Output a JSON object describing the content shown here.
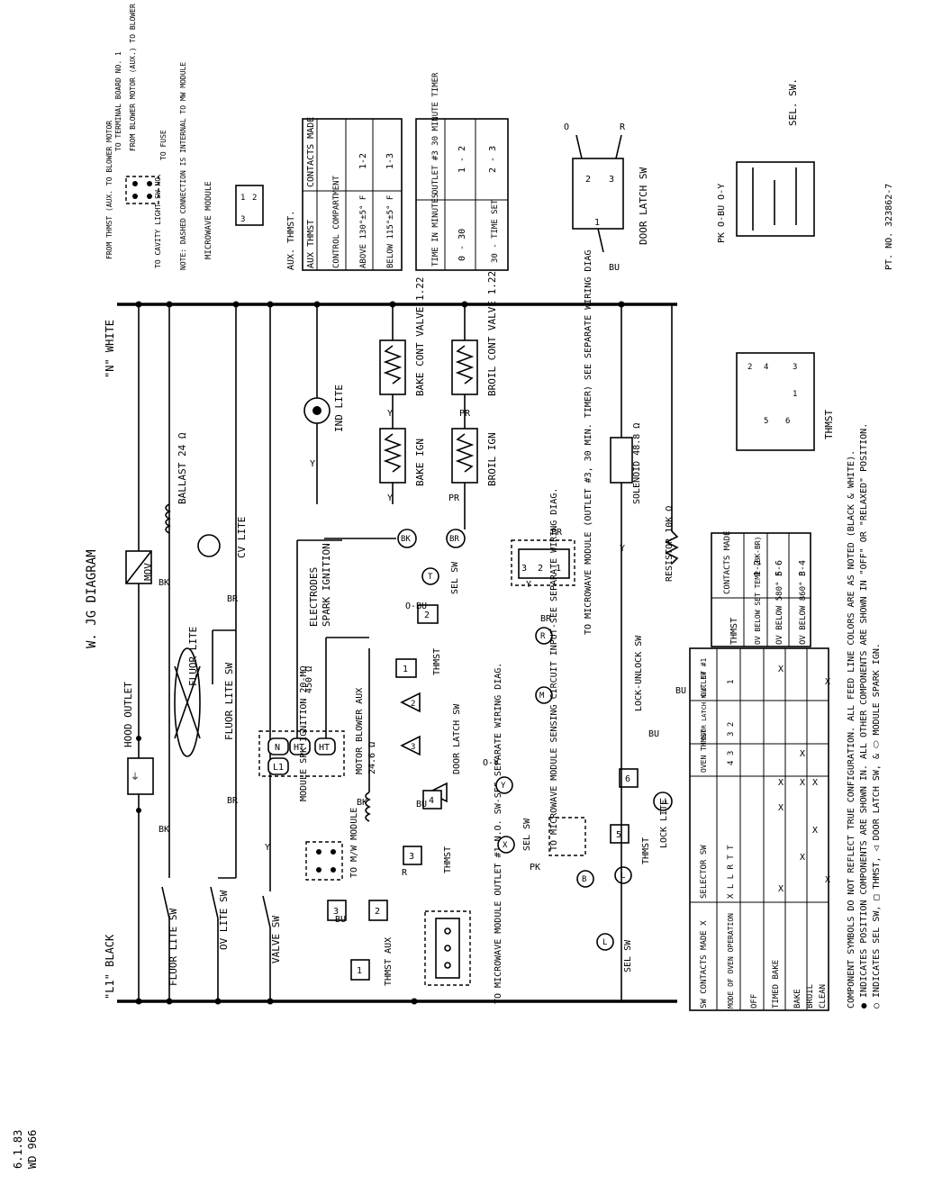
{
  "title": "W.     JG DIAGRAM",
  "footer_date": "6.1.83",
  "footer_code": "WD 966",
  "part_no": "PT. NO. 323862-7",
  "bus": {
    "l1": "\"L1\" BLACK",
    "n": "\"N\" WHITE"
  },
  "labels": {
    "hood_outlet": "HOOD OUTLET",
    "mov": "MOV",
    "fluor_lite": "FLUOR LITE",
    "fluor_lite_sw": "FLUOR LITE SW",
    "fluor_lite_sw_2": "FLUOR LITE SW",
    "ballast": "BALLAST 24 Ω",
    "ov_lite_sw": "OV LITE SW",
    "cv_lite": "CV LITE",
    "valve_sw": "VALVE SW",
    "electrodes": "ELECTRODES",
    "spark_ignition": "SPARK IGNITION",
    "module_spk_ignition": "MODULE SPK IGNITION 20-MΩ",
    "r450": "450 Ω",
    "motor_blower_aux": "MOTOR BLOWER AUX",
    "motor_ohm": "24.6 Ω",
    "to_mw_module": "TO M/W MODULE",
    "thmst_aux": "THMST AUX",
    "ind_lite": "IND LITE",
    "bake_cont_valve": "BAKE CONT VALVE 1.22 Ω",
    "bake_ign": "BAKE IGN",
    "broil_cont_valve": "BROIL CONT VALVE 1.22 Ω",
    "broil_ign": "BROIL IGN",
    "solenoid": "SOLENOID 48.8 Ω",
    "resistor": "RESISTOR 10K Ω",
    "sel_sw": "SEL SW",
    "thmst": "THMST",
    "door_latch_sw": "DOOR LATCH SW",
    "lock_unlock_sw": "LOCK-UNLOCK SW",
    "lock_lite": "LOCK LITE",
    "mw_module_outlet3": "TO MICROWAVE MODULE (OUTLET #3, 30 MIN. TIMER) SEE SEPARATE WIRING DIAG",
    "mw_sensing": "TO MICROWAVE MODULE SENSING CIRCUIT INPUT-SEE SEPARATE WIRING DIAG.",
    "mw_outlet1": "TO MICROWAVE MODULE OUTLET #1 N.O. SW-SEE SEPARATE WIRING DIAG.",
    "microwave_module": "MICROWAVE MODULE",
    "mw_note": "NOTE: DASHED CONNECTION IS INTERNAL TO MW MODULE",
    "from_thmst_aux": "FROM THMST (AUX. TO BLOWER MOTOR",
    "to_terminal": "TO TERMINAL BOARD NO. 1",
    "from_blower": "FROM BLOWER MOTOR (AUX.) TO BLOWER MOTOR",
    "to_cavity": "TO CAVITY LIGHT SW NO.",
    "to_fuse": "TO FUSE",
    "aux_thmst": "AUX. THMST.",
    "door_latch_sw_detail": "DOOR LATCH SW",
    "sel_sw_detail": "SEL. SW.",
    "thmst_detail": "THMST",
    "pk_obu_oy": "PK  O-BU  O-Y"
  },
  "wire_colors": [
    "BK",
    "BR",
    "R",
    "Y",
    "BU",
    "O-BU",
    "PR",
    "PK",
    "O-Y"
  ],
  "table_aux": {
    "header": [
      "AUX   THMST",
      "CONTACTS MADE"
    ],
    "col1": "CONTROL COMPARTMENT",
    "rows": [
      [
        "ABOVE 130°±5° F",
        "1-2"
      ],
      [
        "BELOW 115°±5° F",
        "1-3"
      ]
    ]
  },
  "table_timer": {
    "header": [
      "TIME IN MINUTES",
      "OUTLET #3 30 MINUTE TIMER"
    ],
    "rows": [
      [
        "0 - 30",
        "1 - 2"
      ],
      [
        "30 - TIME SET",
        "2 - 3"
      ]
    ]
  },
  "table_thmst": {
    "header": [
      "THMST",
      "CONTACTS MADE"
    ],
    "rows": [
      [
        "OV BELOW SET TEMP (BK-BR)",
        "1-2"
      ],
      [
        "OV BELOW 580° F",
        "5-6"
      ],
      [
        "OV BELOW 860° F",
        "3-4"
      ]
    ]
  },
  "table_sw": {
    "col_headers": [
      "SW CONTACTS MADE X",
      "SELECTOR SW",
      "OVEN THMST",
      "DOOR LATCH N.O. SW",
      "OUTLET #1"
    ],
    "sub_headers": [
      "MODE OF OVEN OPERATION",
      "X L L R T T",
      "4 3",
      "3 2",
      "1"
    ],
    "rows": [
      "OFF",
      "TIMED BAKE",
      "BAKE",
      "BROIL",
      "CLEAN"
    ]
  },
  "notes": [
    "COMPONENT SYMBOLS DO NOT REFLECT TRUE CONFIGURATION. ALL FEED LINE COLORS ARE AS NOTED (BLACK & WHITE).",
    "● INDICATES POSITION COMPONENTS ARE SHOWN IN. ALL OTHER COMPONENTS ARE SHOWN IN \"OFF\" OR \"RELAXED\" POSITION.",
    "○ INDICATES SEL SW, □ THMST, ◁ DOOR LATCH SW, & ⬭ MODULE SPARK IGN."
  ]
}
